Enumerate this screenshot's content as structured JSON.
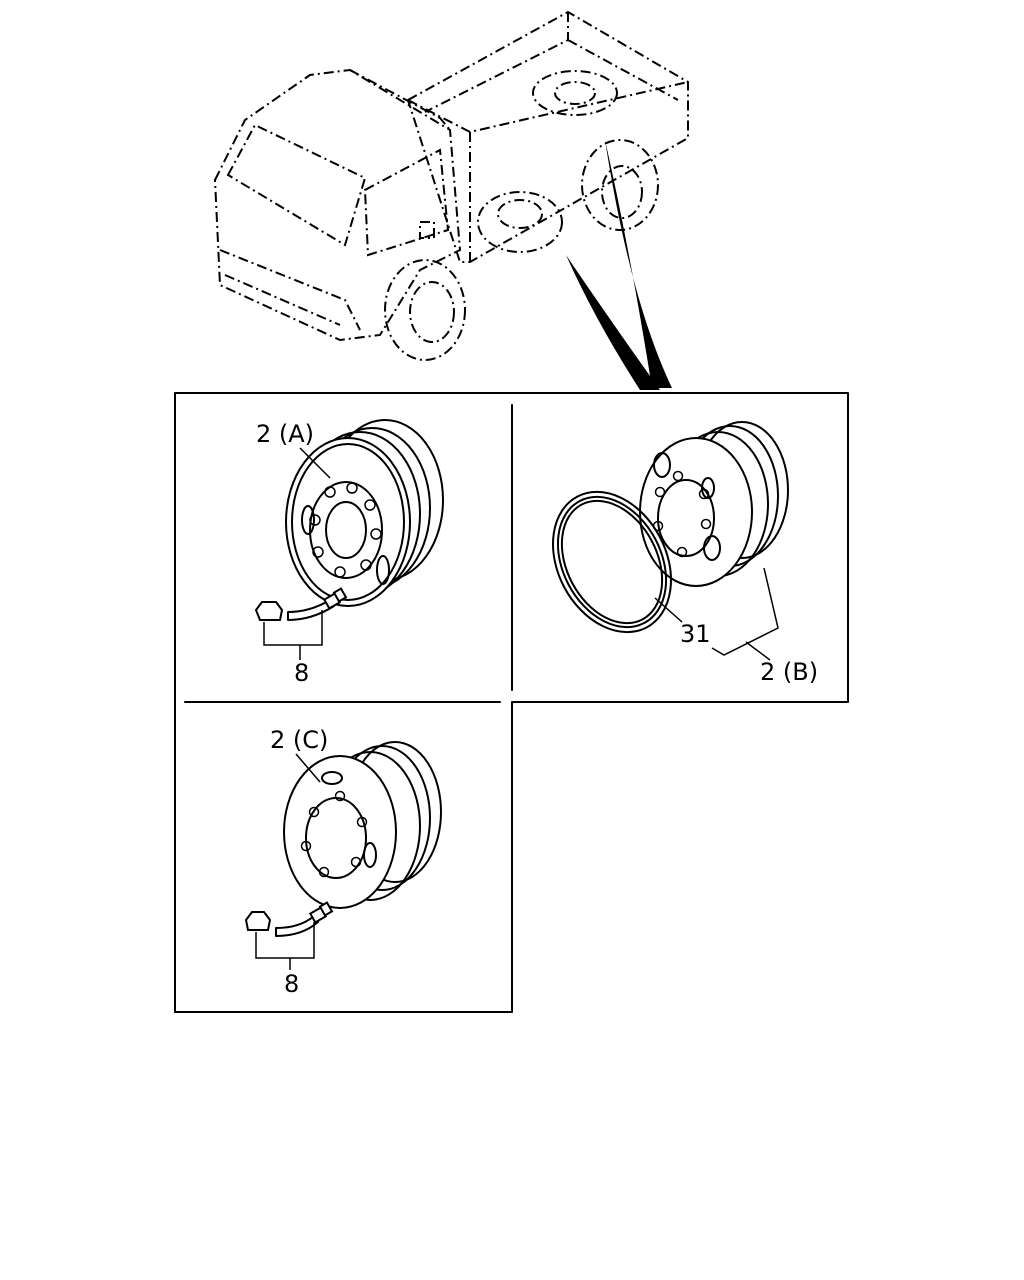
{
  "callouts": {
    "wheel_a": "2 (A)",
    "wheel_b": "2 (B)",
    "wheel_c": "2 (C)",
    "ring_b": "31",
    "valve_a": "8",
    "valve_c": "8"
  },
  "colors": {
    "ink": "#000000",
    "paper": "#ffffff"
  }
}
